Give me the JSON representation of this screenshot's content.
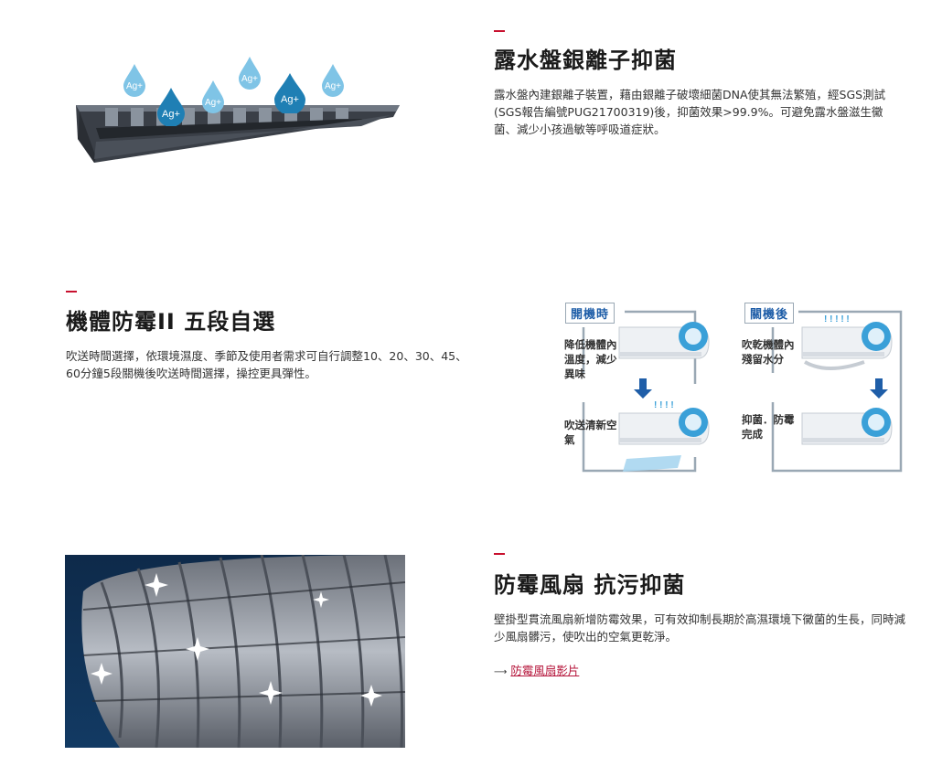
{
  "section1": {
    "title": "露水盤銀離子抑菌",
    "description": "露水盤內建銀離子裝置，藉由銀離子破壞細菌DNA使其無法繁殖，經SGS測試(SGS報告編號PUG21700319)後，抑菌效果>99.9%。可避免露水盤滋生黴菌、減少小孩過敏等呼吸道症狀。",
    "ion_label": "Ag+"
  },
  "section2": {
    "title": "機體防霉II 五段自選",
    "description": "吹送時間選擇，依環境濕度、季節及使用者需求可自行調整10、20、30、45、60分鐘5段關機後吹送時間選擇，操控更具彈性。",
    "diagram": {
      "tag_on": "開機時",
      "tag_off": "關機後",
      "step1": "降低機體內溫度，減少異味",
      "step2": "吹送清新空氣",
      "step3": "吹乾機體內殘留水分",
      "step4": "抑菌．防霉完成"
    }
  },
  "section3": {
    "title": "防霉風扇 抗污抑菌",
    "description": "壁掛型貫流風扇新增防霉效果，可有效抑制長期於高濕環境下黴菌的生長，同時減少風扇髒污，使吹出的空氣更乾淨。",
    "link_arrow": "⟶",
    "link_text": "防霉風扇影片"
  }
}
